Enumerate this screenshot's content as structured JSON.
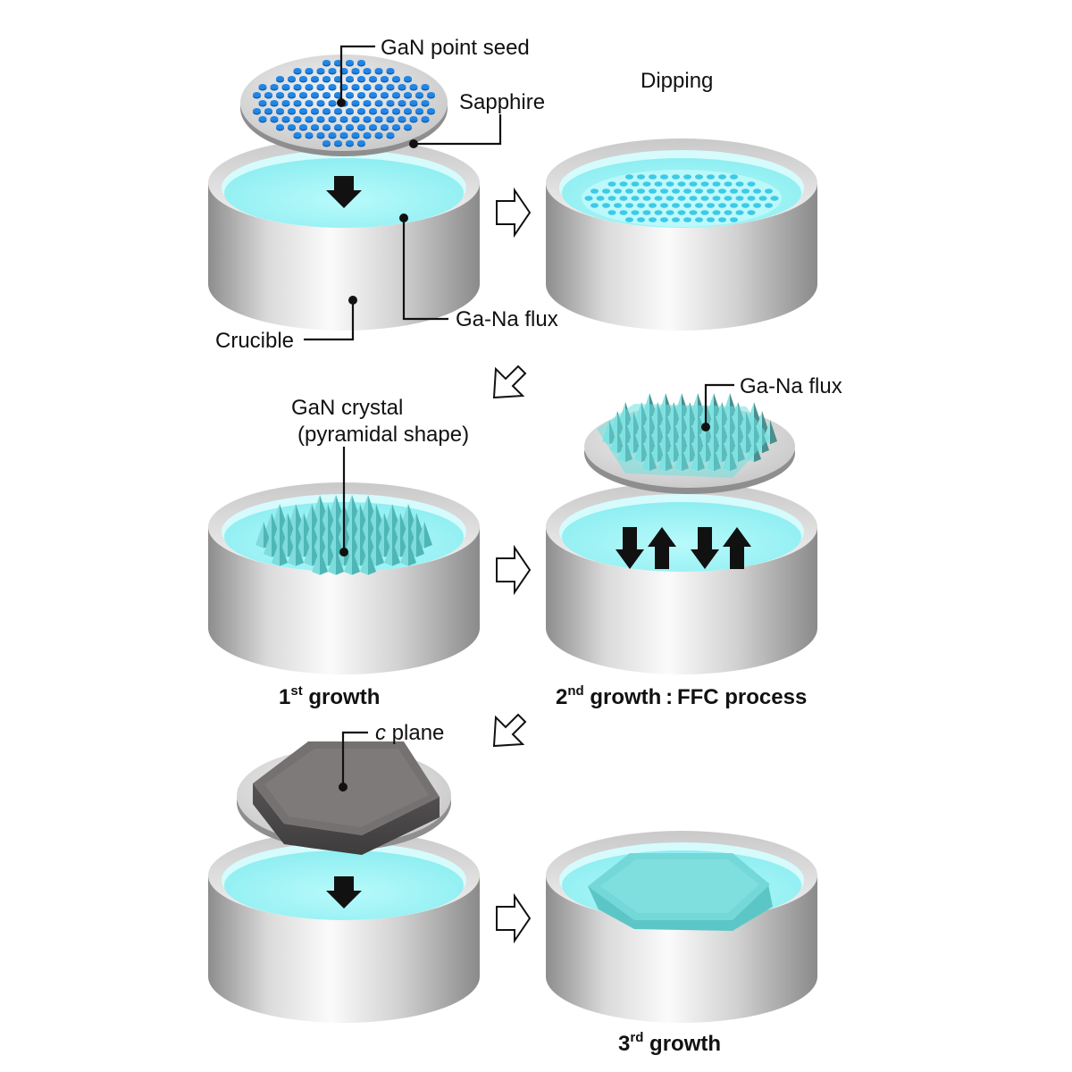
{
  "labels": {
    "gan_point_seed": "GaN point seed",
    "sapphire": "Sapphire",
    "dipping": "Dipping",
    "crucible": "Crucible",
    "ga_na_flux": "Ga-Na flux",
    "gan_crystal": "GaN crystal",
    "pyramidal_shape": "(pyramidal shape)",
    "ga_na_flux_2": "Ga-Na flux",
    "c_italic": "c",
    "plane": " plane"
  },
  "captions": {
    "first_num": "1",
    "first_sup": "st",
    "first_text": " growth",
    "second_num": "2",
    "second_sup": "nd",
    "second_text": " growth : FFC process",
    "third_num": "3",
    "third_sup": "rd",
    "third_text": " growth"
  },
  "colors": {
    "flux": "#a8f4f6",
    "flux_edge": "#d4fbfc",
    "crucible_light": "#f4f4f4",
    "crucible_dark": "#8c8c8c",
    "seed_blue": "#1f86e6",
    "crystal_gray": "#6e6b6b",
    "pyramid_teal": "#5fcccc"
  }
}
